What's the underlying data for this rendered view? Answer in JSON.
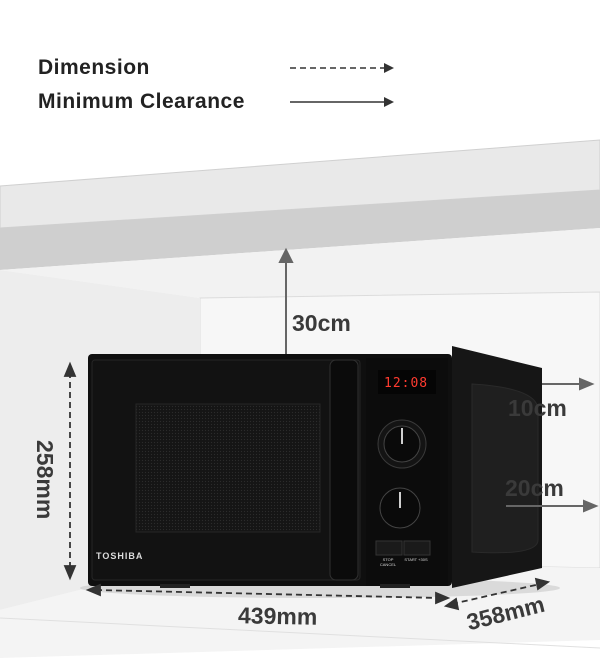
{
  "legend": {
    "dimension_label": "Dimension",
    "clearance_label": "Minimum Clearance"
  },
  "clearances": {
    "top": "30cm",
    "side": "10cm",
    "back": "20cm"
  },
  "dimensions": {
    "height": "258mm",
    "width": "439mm",
    "depth": "358mm"
  },
  "microwave": {
    "brand": "TOSHIBA",
    "display": "12:08",
    "button_left": "STOP CANCEL",
    "button_right": "START +30S"
  }
}
